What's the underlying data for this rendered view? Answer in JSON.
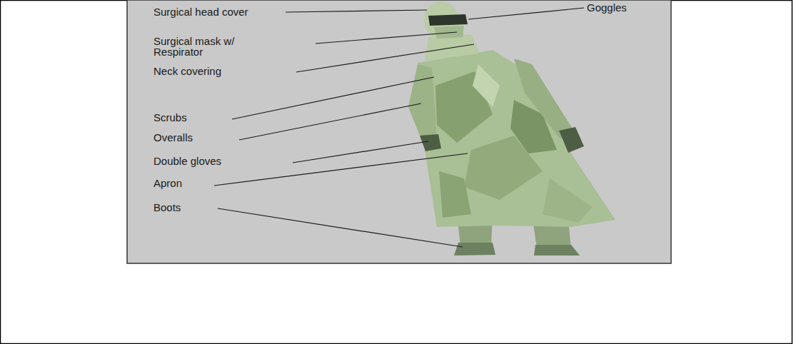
{
  "diagram": {
    "labels": [
      "Surgical head cover",
      "Goggles",
      "Surgical mask w/ Respirator",
      "Neck covering",
      "Scrubs",
      "Overalls",
      "Double gloves",
      "Apron",
      "Boots"
    ]
  }
}
